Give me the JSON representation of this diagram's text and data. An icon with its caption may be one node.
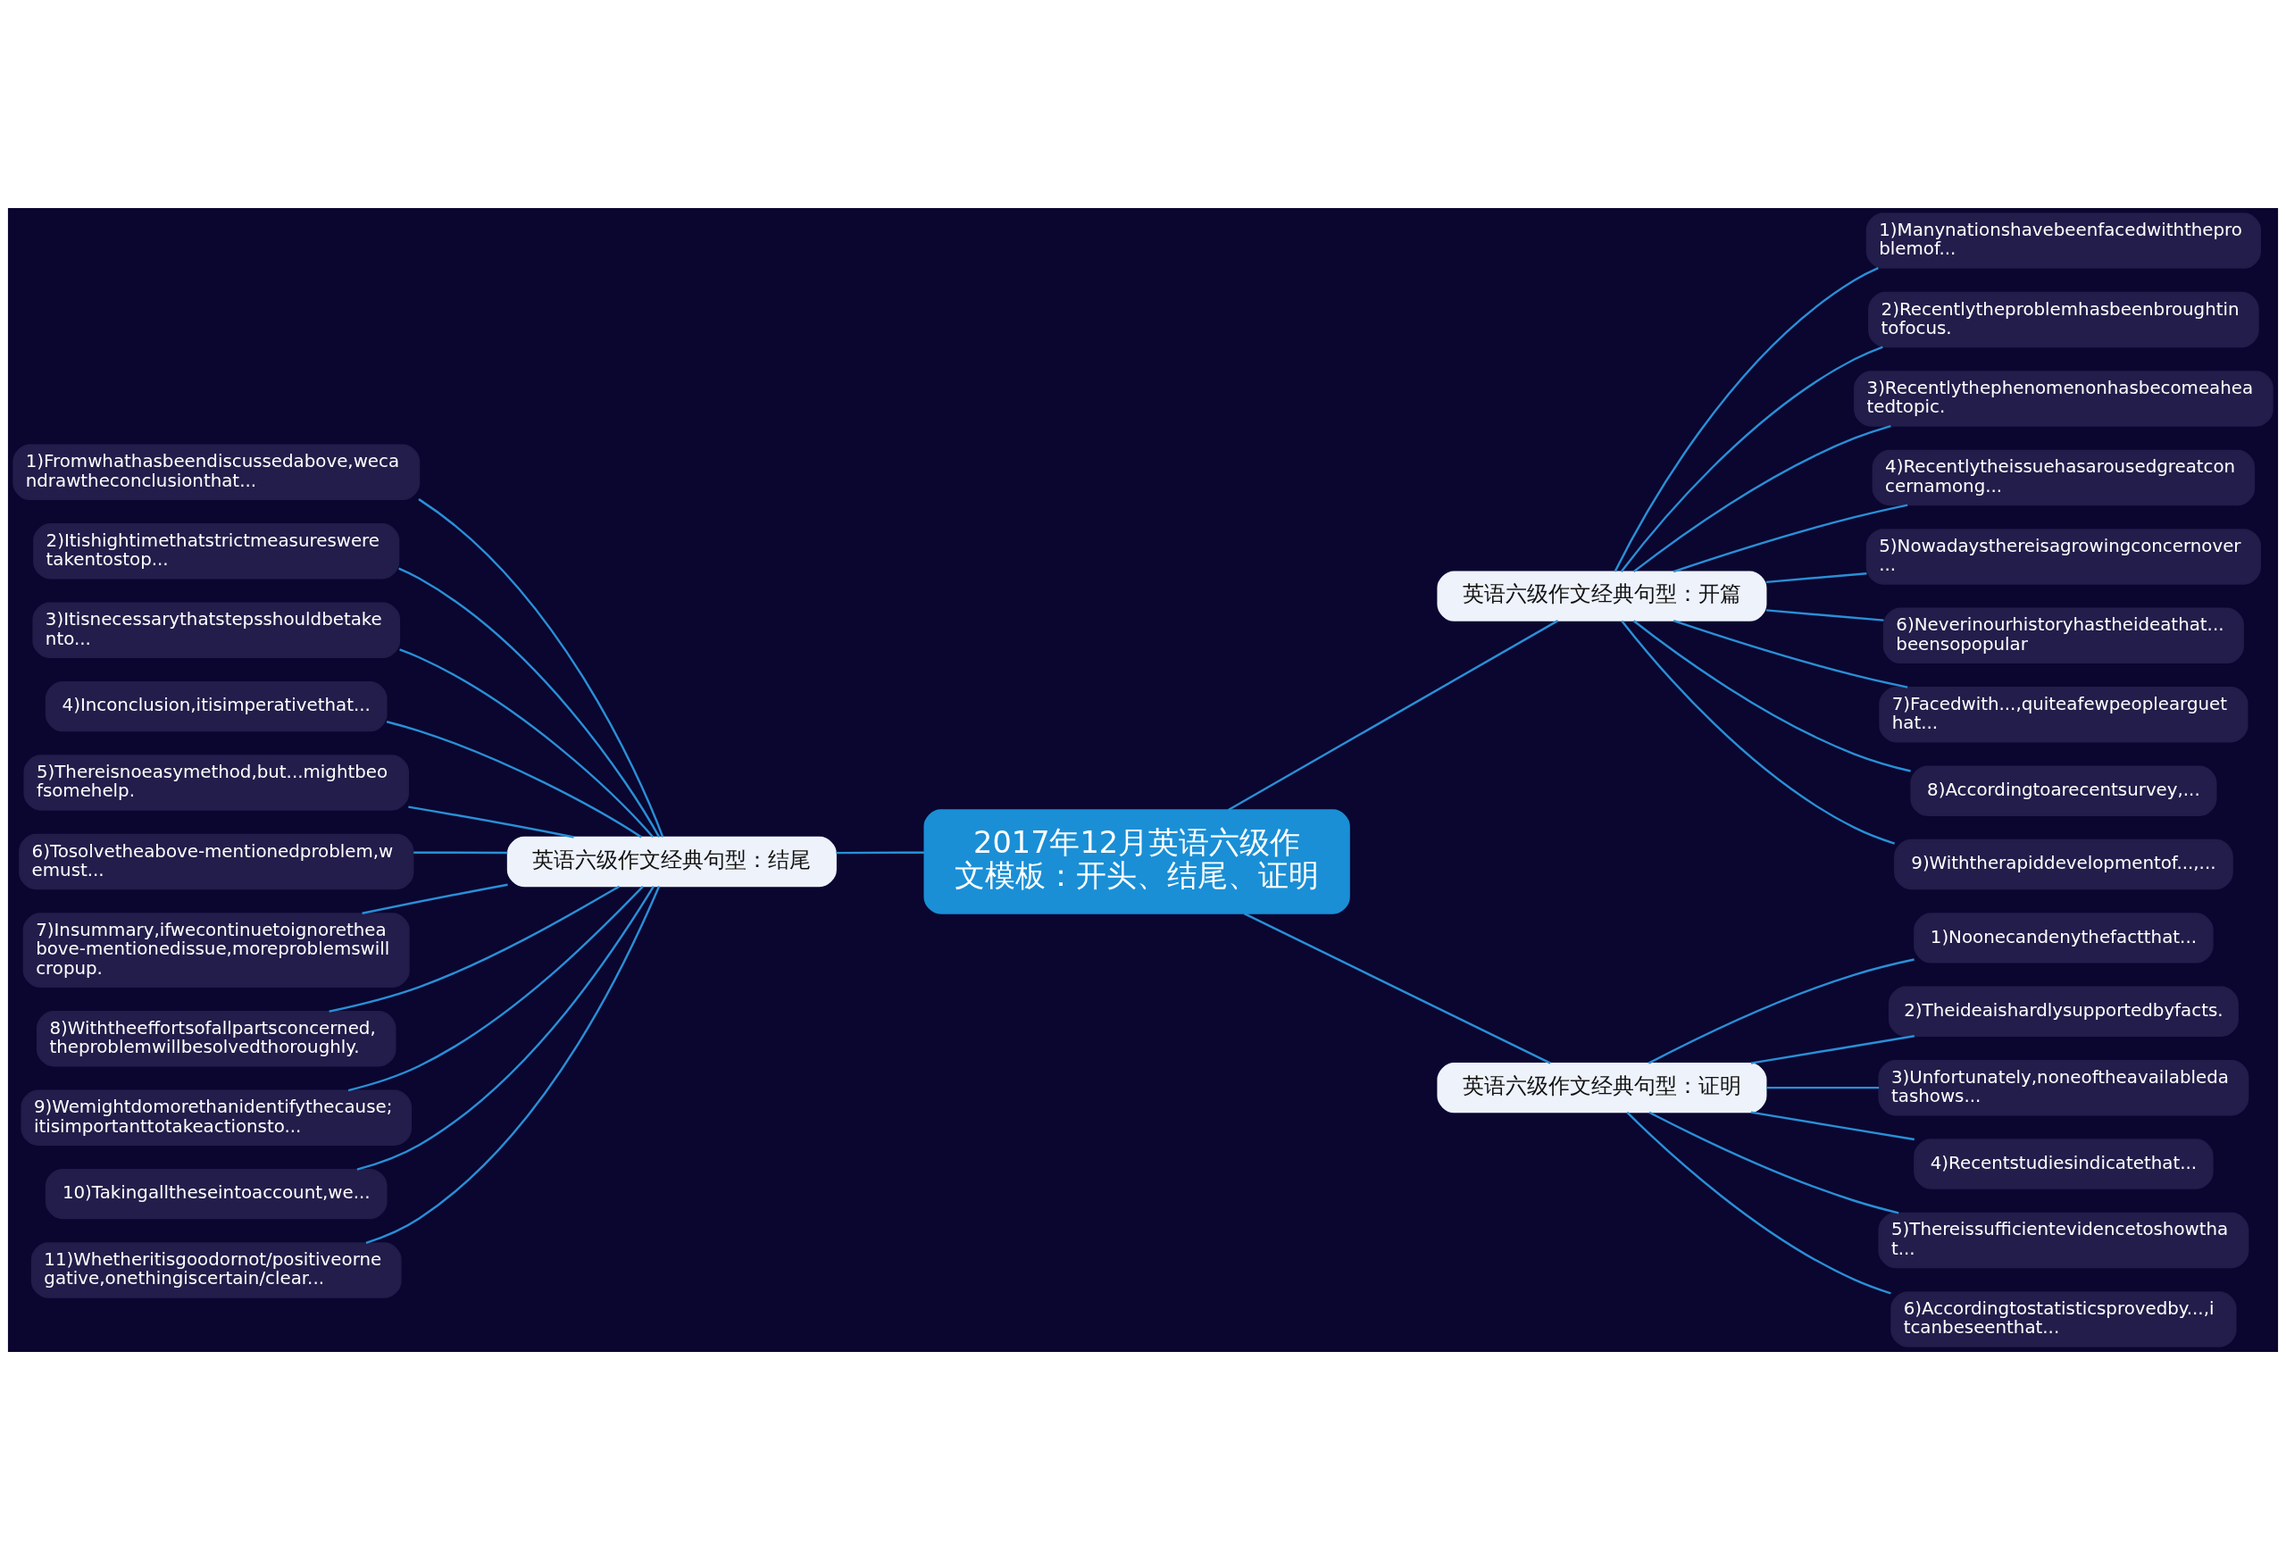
{
  "diagram": {
    "nodes": [
      {
        "text": [
          "2017年12月英语六级作文模板：开头、结尾、证明"
        ]
      },
      {
        "text": [
          "英语六级作文经典句型：结尾"
        ]
      },
      {
        "text": [
          "1)Fromwhathasbeendiscussedabove,wecandrawtheconclusionthat..."
        ]
      },
      {
        "text": [
          "2)Itishightimethatstrictmeasuresweretakentostop..."
        ]
      },
      {
        "text": [
          "3)Itisnecessarythatstepsshouldbetakento..."
        ]
      },
      {
        "text": [
          "4)Inconclusion,itisimperativethat..."
        ]
      },
      {
        "text": [
          "5)Thereisnoeasymethod,but...mightbeofsomehelp."
        ]
      },
      {
        "text": [
          "6)Tosolvetheabove-mentionedproblem,wemust..."
        ]
      },
      {
        "text": [
          "7)Insummary,ifwecontinuetoignoretheabove-mentionedissue,moreproblemswillcropup."
        ]
      },
      {
        "text": [
          "8)Withtheeffortsofallpartsconcerned,theproblemwillbesolvedthoroughly."
        ]
      },
      {
        "text": [
          "9)Wemightdomorethanidentifythecause;itisimportanttotakeactionsto..."
        ]
      },
      {
        "text": [
          "10)Takingalltheseintoaccount,we..."
        ]
      },
      {
        "text": [
          "11)Whetheritisgoodornot/positiveornegative,onethingiscertain/clear..."
        ]
      },
      {
        "text": [
          "英语六级作文经典句型：开篇"
        ]
      },
      {
        "text": [
          "1)Manynationshavebeenfacedwiththeproblemof..."
        ]
      },
      {
        "text": [
          "2)Recentlytheproblemhasbeenbroughtintofocus."
        ]
      },
      {
        "text": [
          "3)Recentlythephenomenonhasbecomeaheatedtopic."
        ]
      },
      {
        "text": [
          "4)Recentlytheissuehasarousedgreatconcernamong..."
        ]
      },
      {
        "text": [
          "5)Nowadaysthereisagrowingconcernover..."
        ]
      },
      {
        "text": [
          "6)Neverinourhistoryhastheideathat...beensopopular"
        ]
      },
      {
        "text": [
          "7)Facedwith...,quiteafewpeoplearguethat..."
        ]
      },
      {
        "text": [
          "8)Accordingtoarecentsurvey,..."
        ]
      },
      {
        "text": [
          "9)Withtherapiddevelopmentof...,..."
        ]
      },
      {
        "text": [
          "英语六级作文经典句型：证明"
        ]
      },
      {
        "text": [
          "1)Noonecandenythefactthat..."
        ]
      },
      {
        "text": [
          "2)Theideaishardlysupportedbyfacts."
        ]
      },
      {
        "text": [
          "3)Unfortunately,noneoftheavailabledatashows..."
        ]
      },
      {
        "text": [
          "4)Recentstudiesindicatethat..."
        ]
      },
      {
        "text": [
          "5)Thereissufficientevidencetoshowthat..."
        ]
      },
      {
        "text": [
          "6)Accordingtostatisticsprovedby...,itcanbeseenthat..."
        ]
      }
    ],
    "edges": [
      {
        "from": 0,
        "to": 1,
        "arrow": "none"
      },
      {
        "from": 1,
        "to": 2,
        "arrow": "none"
      },
      {
        "from": 1,
        "to": 3,
        "arrow": "none"
      },
      {
        "from": 1,
        "to": 4,
        "arrow": "none"
      },
      {
        "from": 1,
        "to": 5,
        "arrow": "none"
      },
      {
        "from": 1,
        "to": 6,
        "arrow": "none"
      },
      {
        "from": 1,
        "to": 7,
        "arrow": "none"
      },
      {
        "from": 1,
        "to": 8,
        "arrow": "none"
      },
      {
        "from": 1,
        "to": 9,
        "arrow": "none"
      },
      {
        "from": 1,
        "to": 10,
        "arrow": "none"
      },
      {
        "from": 1,
        "to": 11,
        "arrow": "none"
      },
      {
        "from": 1,
        "to": 12,
        "arrow": "none"
      },
      {
        "from": 0,
        "to": 13,
        "arrow": "none"
      },
      {
        "from": 13,
        "to": 14,
        "arrow": "none"
      },
      {
        "from": 13,
        "to": 15,
        "arrow": "none"
      },
      {
        "from": 13,
        "to": 16,
        "arrow": "none"
      },
      {
        "from": 13,
        "to": 17,
        "arrow": "none"
      },
      {
        "from": 13,
        "to": 18,
        "arrow": "none"
      },
      {
        "from": 13,
        "to": 19,
        "arrow": "none"
      },
      {
        "from": 13,
        "to": 20,
        "arrow": "none"
      },
      {
        "from": 13,
        "to": 21,
        "arrow": "none"
      },
      {
        "from": 13,
        "to": 22,
        "arrow": "none"
      },
      {
        "from": 0,
        "to": 23,
        "arrow": "none"
      },
      {
        "from": 23,
        "to": 24,
        "arrow": "none"
      },
      {
        "from": 23,
        "to": 25,
        "arrow": "none"
      },
      {
        "from": 23,
        "to": 26,
        "arrow": "none"
      },
      {
        "from": 23,
        "to": 27,
        "arrow": "none"
      },
      {
        "from": 23,
        "to": 28,
        "arrow": "none"
      },
      {
        "from": 23,
        "to": 29,
        "arrow": "none"
      }
    ]
  }
}
